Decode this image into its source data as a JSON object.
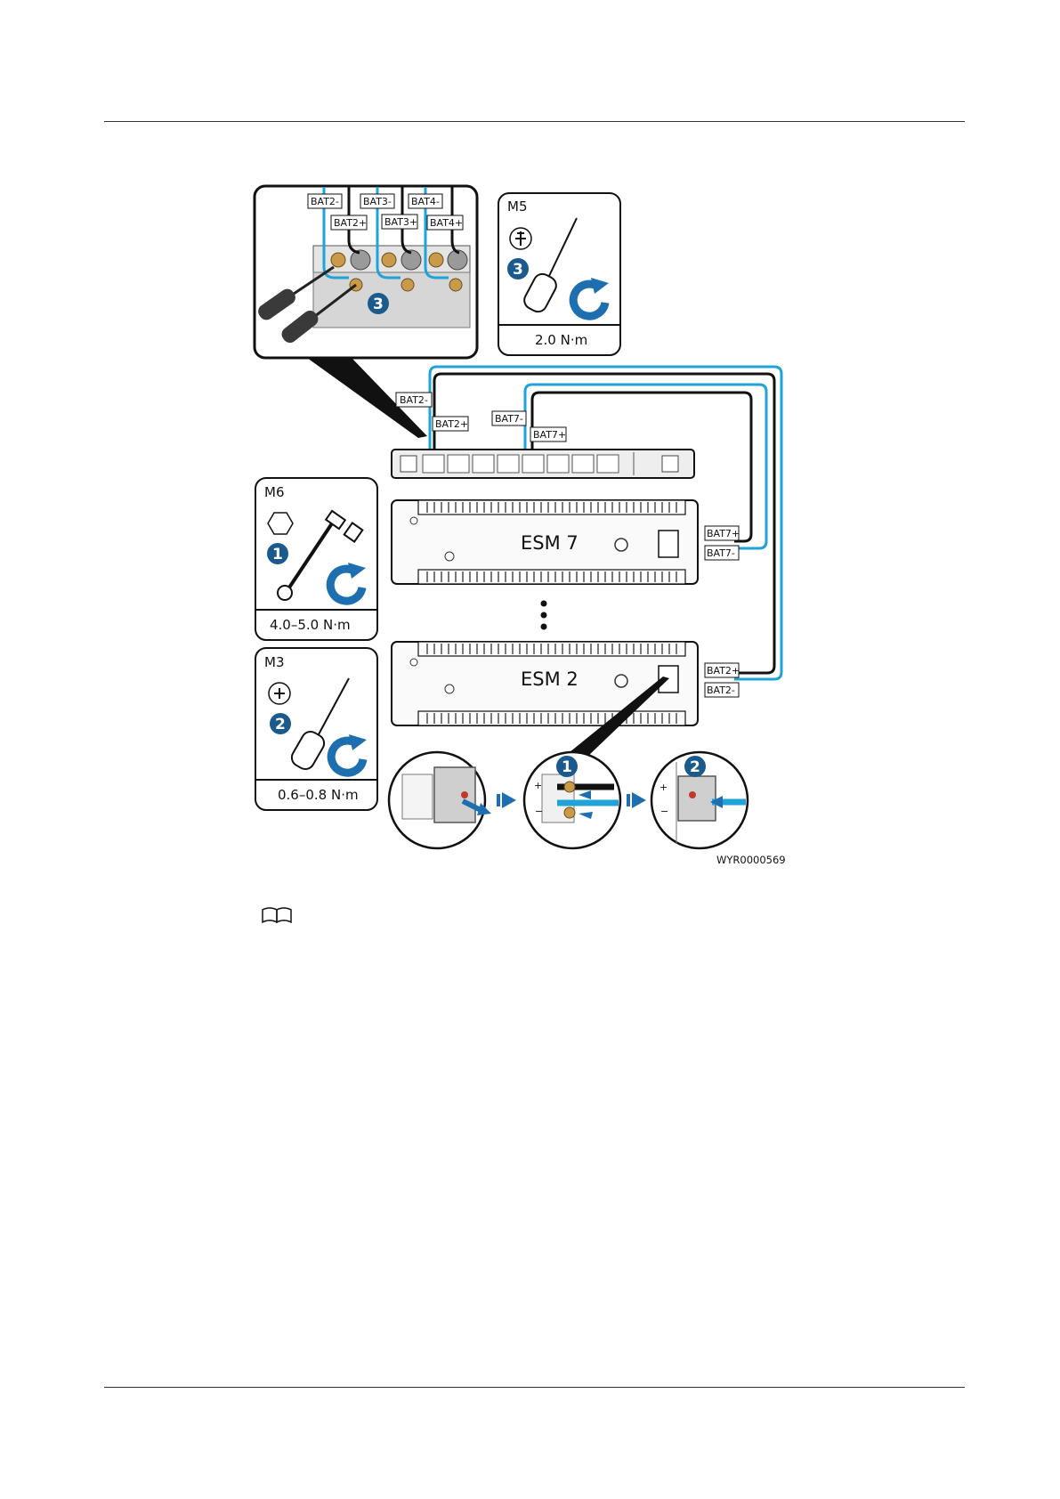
{
  "tools": {
    "m5": {
      "bolt": "M5",
      "torque": "2.0 N·m",
      "step": "3"
    },
    "m6": {
      "bolt": "M6",
      "torque": "4.0–5.0 N·m",
      "step": "1"
    },
    "m3": {
      "bolt": "M3",
      "torque": "0.6–0.8 N·m",
      "step": "2"
    }
  },
  "detail_labels": {
    "bat2_neg": "BAT2-",
    "bat3_neg": "BAT3-",
    "bat4_neg": "BAT4-",
    "bat2_pos": "BAT2+",
    "bat3_pos": "BAT3+",
    "bat4_pos": "BAT4+",
    "step": "3"
  },
  "bus_labels": {
    "bat2_neg": "BAT2-",
    "bat2_pos": "BAT2+",
    "bat7_neg": "BAT7-",
    "bat7_pos": "BAT7+"
  },
  "modules": {
    "top": {
      "name": "ESM 7",
      "pos_label": "BAT7+",
      "neg_label": "BAT7-"
    },
    "bottom": {
      "name": "ESM 2",
      "pos_label": "BAT2+",
      "neg_label": "BAT2-"
    }
  },
  "steps": {
    "first": "1",
    "second": "2"
  },
  "figure_code": "WYR0000569",
  "colors": {
    "cable_blue": "#1fa3d8",
    "cable_black": "#111111",
    "step_blue": "#1a5a8c",
    "arrow_blue": "#1e6fb0"
  },
  "icons": [
    "note-book-icon",
    "phillips-head-icon",
    "hex-head-icon",
    "rotate-clockwise-icon"
  ]
}
